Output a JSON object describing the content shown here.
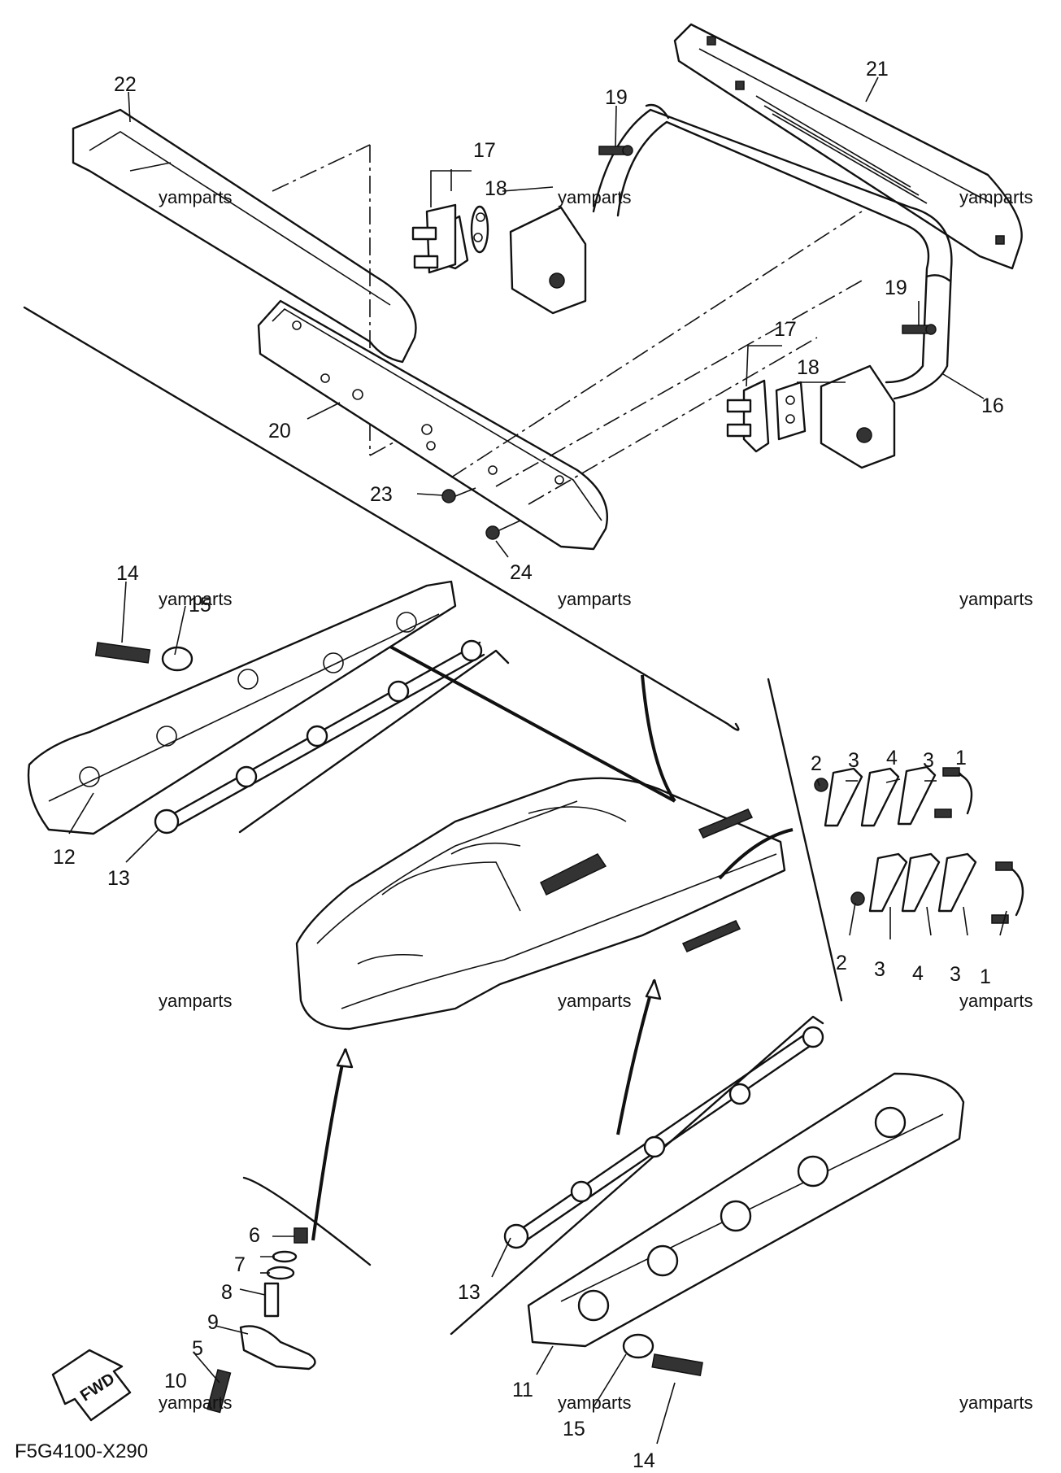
{
  "diagram_code": "F5G4100-X290",
  "fwd_label": "FWD",
  "watermark": "yamparts",
  "callouts": {
    "p1a": "1",
    "p1b": "1",
    "p2a": "2",
    "p2b": "2",
    "p3a": "3",
    "p3b": "3",
    "p3c": "3",
    "p3d": "3",
    "p4a": "4",
    "p4b": "4",
    "p5": "5",
    "p6": "6",
    "p7": "7",
    "p8": "8",
    "p9": "9",
    "p10": "10",
    "p11": "11",
    "p12": "12",
    "p13a": "13",
    "p13b": "13",
    "p14a": "14",
    "p14b": "14",
    "p15a": "15",
    "p15b": "15",
    "p16": "16",
    "p17a": "17",
    "p17b": "17",
    "p18a": "18",
    "p18b": "18",
    "p19a": "19",
    "p19b": "19",
    "p20": "20",
    "p21": "21",
    "p22": "22",
    "p23": "23",
    "p24": "24"
  }
}
